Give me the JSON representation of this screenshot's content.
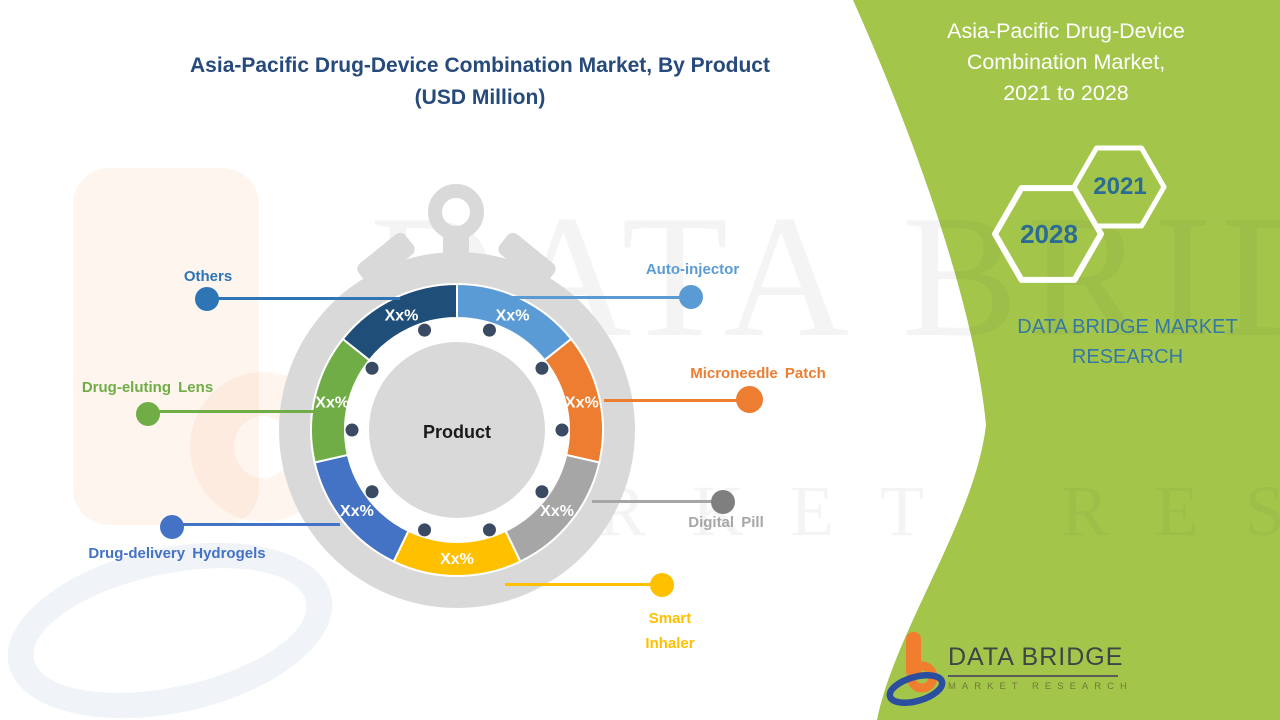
{
  "title": {
    "line1": "Asia-Pacific Drug-Device Combination Market, By Product",
    "line2": "(USD Million)"
  },
  "side_panel": {
    "panel_color": "#A3C64A",
    "heading_lines": [
      "Asia-Pacific Drug-Device",
      "Combination Market,",
      "2021 to 2028"
    ],
    "hexagons": [
      {
        "year": "2028"
      },
      {
        "year": "2021"
      }
    ],
    "brand_line1": "DATA BRIDGE MARKET",
    "brand_line2": "RESEARCH",
    "year_text_color": "#2C6C94"
  },
  "watermark": {
    "line1": "DATA BRIDGE",
    "line2": "MARKET RESEARCH"
  },
  "logo": {
    "name": "DATA BRIDGE",
    "subtitle": "MARKET RESEARCH"
  },
  "chart_data": {
    "type": "pie",
    "subtype": "donut-stopwatch",
    "title": "Asia-Pacific Drug-Device Combination Market, By Product (USD Million)",
    "center_label": "Product",
    "start_angle_deg": 90,
    "direction": "clockwise",
    "equal_segments": true,
    "shell_color": "#D9D9D9",
    "tick_dot_color": "#3A4A63",
    "value_text_color": "#FFFFFF",
    "segments": [
      {
        "label": "Auto-injector",
        "pct": "Xx%",
        "color": "#5B9BD5",
        "label_color": "#5B9BD5"
      },
      {
        "label": "Microneedle Patch",
        "pct": "Xx%",
        "color": "#ED7D31",
        "label_color": "#ED7D31"
      },
      {
        "label": "Digital Pill",
        "pct": "Xx%",
        "color": "#A6A6A6",
        "label_color": "#A6A6A6",
        "dot_color": "#7F7F7F"
      },
      {
        "label": "Smart Inhaler",
        "pct": "Xx%",
        "color": "#FFC000",
        "label_color": "#FFC000"
      },
      {
        "label": "Drug-delivery Hydrogels",
        "pct": "Xx%",
        "color": "#4472C4",
        "label_color": "#4472C4"
      },
      {
        "label": "Drug-eluting Lens",
        "pct": "Xx%",
        "color": "#70AD47",
        "label_color": "#70AD47"
      },
      {
        "label": "Others",
        "pct": "Xx%",
        "color": "#1F4E79",
        "label_color": "#2E75B6"
      }
    ]
  }
}
